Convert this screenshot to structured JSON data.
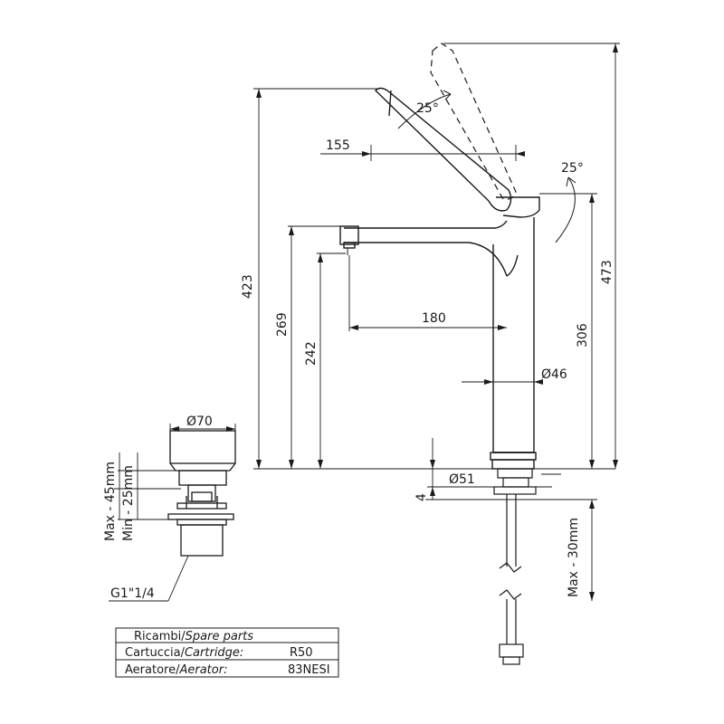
{
  "dimensions": {
    "lever_angle": "25°",
    "handle_angle": "25°",
    "lever_reach": "155",
    "total_height_handle": "423",
    "total_height_lever": "473",
    "spout_height": "269",
    "outlet_height": "242",
    "spout_reach": "180",
    "body_height": "306",
    "body_diameter": "Ø46",
    "base_diameter": "Ø51",
    "base_plate": "4",
    "max_deck": "Max - 30mm",
    "waste_cap_diameter": "Ø70",
    "waste_max": "Max - 45mm",
    "waste_min": "Min - 25mm",
    "waste_thread": "G1\"1/4"
  },
  "spare_parts": {
    "header_it": "Ricambi/",
    "header_en": "Spare parts",
    "cartridge_it": "Cartuccia/",
    "cartridge_en": "Cartridge:",
    "cartridge_value": "R50",
    "aerator_it": "Aeratore/",
    "aerator_en": "Aerator:",
    "aerator_value": "83NESI"
  }
}
